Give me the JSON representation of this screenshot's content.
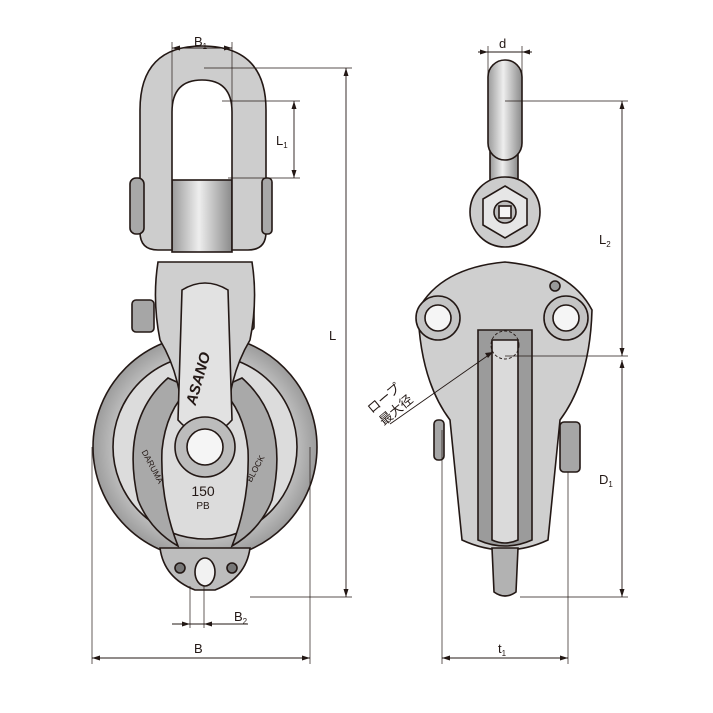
{
  "dimensions": {
    "B1": {
      "main": "B",
      "sub": "1"
    },
    "L1": {
      "main": "L",
      "sub": "1"
    },
    "L": {
      "main": "L",
      "sub": ""
    },
    "B2": {
      "main": "B",
      "sub": "2"
    },
    "B": {
      "main": "B",
      "sub": ""
    },
    "d": {
      "main": "d",
      "sub": ""
    },
    "L2": {
      "main": "L",
      "sub": "2"
    },
    "D1": {
      "main": "D",
      "sub": "1"
    },
    "t1": {
      "main": "t",
      "sub": "1"
    }
  },
  "rope_note": {
    "line1": "ロープ",
    "line2": "最大径"
  },
  "engraving": {
    "brand": "ASANO",
    "left_text": "DARUMA",
    "right_text": "BLOCK",
    "size": "150",
    "model": "PB"
  },
  "colors": {
    "line": "#231815",
    "metal": "#c9c9c9",
    "shadow": "#8e8e8e"
  }
}
